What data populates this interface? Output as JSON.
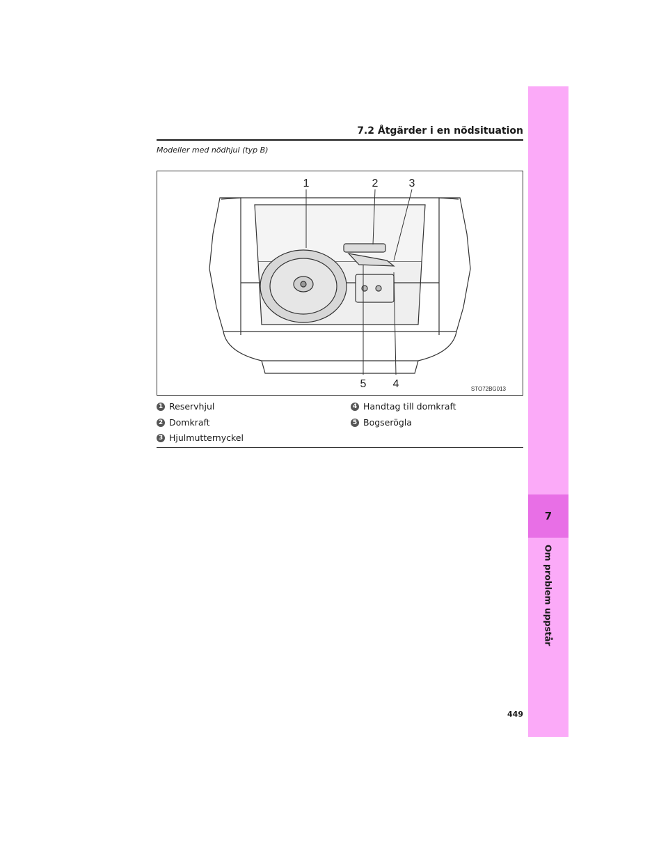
{
  "header": {
    "section_title": "7.2  Åtgärder i en nödsituation"
  },
  "subtitle": "Modeller med nödhjul (typ B)",
  "figure": {
    "code": "STO72BG013",
    "callouts": [
      "1",
      "2",
      "3",
      "4",
      "5"
    ]
  },
  "legend": [
    {
      "num": "1",
      "label": "Reservhjul"
    },
    {
      "num": "2",
      "label": "Domkraft"
    },
    {
      "num": "3",
      "label": "Hjulmutternyckel"
    },
    {
      "num": "4",
      "label": "Handtag till domkraft"
    },
    {
      "num": "5",
      "label": "Bogserögla"
    }
  ],
  "side_tab": {
    "chapter": "7",
    "title": "Om problem uppstår"
  },
  "page_number": "449"
}
